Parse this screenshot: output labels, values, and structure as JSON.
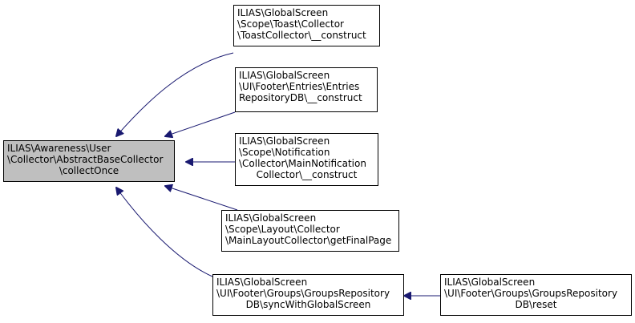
{
  "colors": {
    "edge": "#191970",
    "root_fill": "#bfbfbf",
    "node_fill": "#ffffff",
    "border": "#000000"
  },
  "nodes": {
    "root": {
      "lines": [
        "ILIAS\\Awareness\\User",
        "\\Collector\\AbstractBaseCollector",
        "\\collectOnce"
      ]
    },
    "toast": {
      "lines": [
        "ILIAS\\GlobalScreen",
        "\\Scope\\Toast\\Collector",
        "\\ToastCollector\\__construct"
      ]
    },
    "entries": {
      "lines": [
        "ILIAS\\GlobalScreen",
        "\\UI\\Footer\\Entries\\Entries",
        "RepositoryDB\\__construct"
      ]
    },
    "notification": {
      "lines": [
        "ILIAS\\GlobalScreen",
        "\\Scope\\Notification",
        "\\Collector\\MainNotification",
        "Collector\\__construct"
      ]
    },
    "layout": {
      "lines": [
        "ILIAS\\GlobalScreen",
        "\\Scope\\Layout\\Collector",
        "\\MainLayoutCollector\\getFinalPage"
      ]
    },
    "groups_sync": {
      "lines": [
        "ILIAS\\GlobalScreen",
        "\\UI\\Footer\\Groups\\GroupsRepository",
        "DB\\syncWithGlobalScreen"
      ]
    },
    "groups_reset": {
      "lines": [
        "ILIAS\\GlobalScreen",
        "\\UI\\Footer\\Groups\\GroupsRepository",
        "DB\\reset"
      ]
    }
  }
}
